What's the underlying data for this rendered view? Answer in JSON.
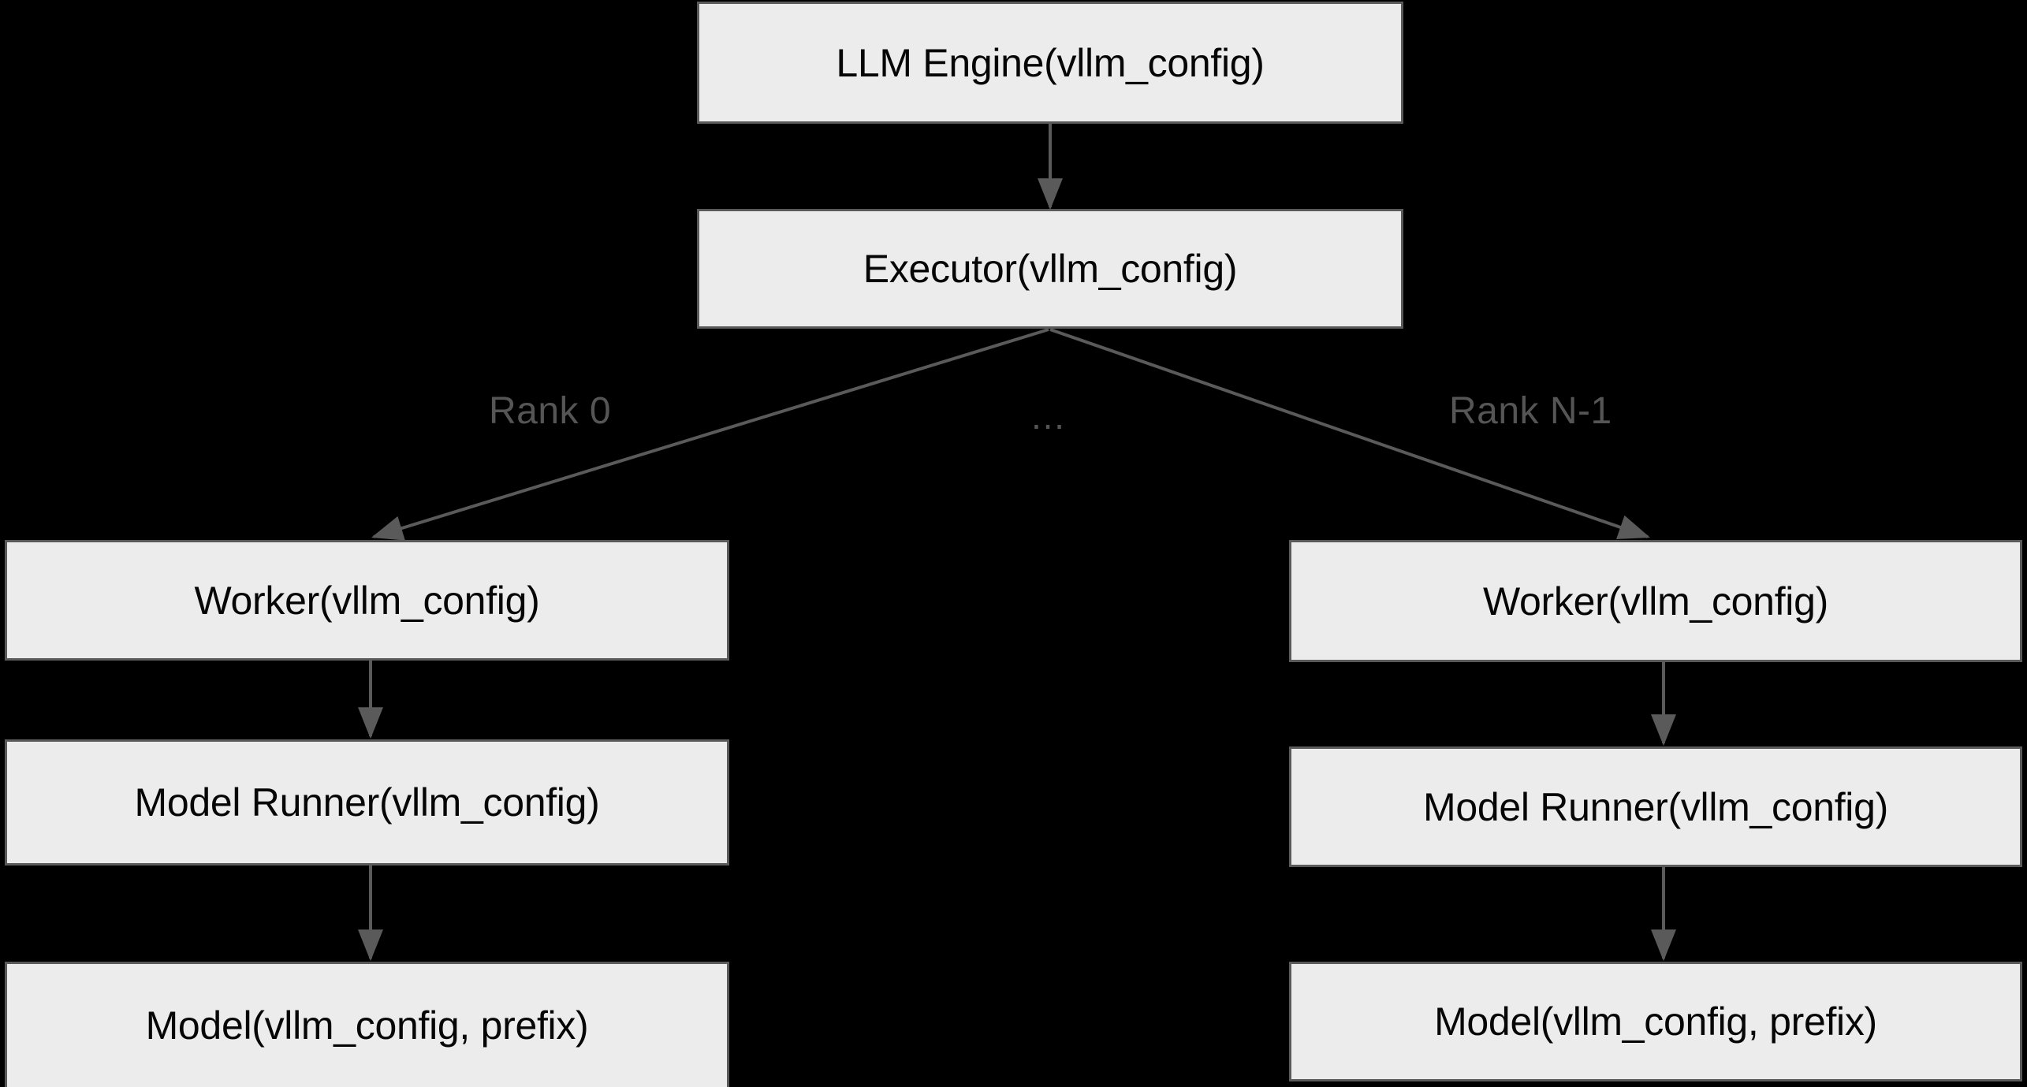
{
  "diagram": {
    "title": "vLLM config propagation architecture",
    "background_color": "#000000",
    "node_fill": "#ECECEC",
    "node_border": "#5A5A5A",
    "edge_color": "#5A5A5A",
    "label_color": "#555555",
    "nodes": {
      "llm_engine": "LLM Engine(vllm_config)",
      "executor": "Executor(vllm_config)",
      "worker_left": "Worker(vllm_config)",
      "worker_right": "Worker(vllm_config)",
      "model_runner_left": "Model Runner(vllm_config)",
      "model_runner_right": "Model Runner(vllm_config)",
      "model_left": "Model(vllm_config, prefix)",
      "model_right": "Model(vllm_config, prefix)"
    },
    "edge_labels": {
      "rank_0": "Rank 0",
      "ellipsis": "…",
      "rank_n_minus_1": "Rank N-1"
    }
  }
}
